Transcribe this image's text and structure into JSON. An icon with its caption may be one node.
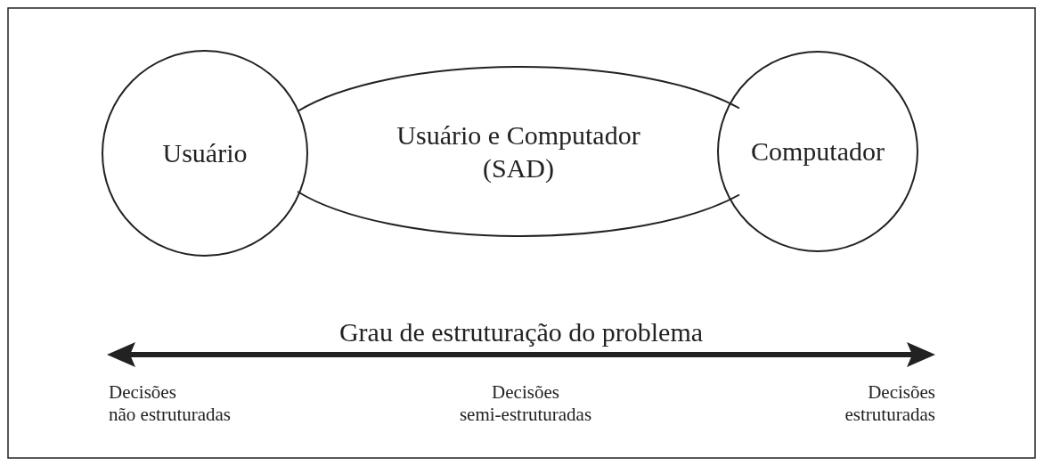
{
  "diagram": {
    "nodes": [
      {
        "text": [
          "Usuário"
        ]
      },
      {
        "text": [
          "Usuário e Computador (SAD)"
        ]
      },
      {
        "text": [
          "Computador"
        ]
      }
    ],
    "labels": [
      "Grau de estruturação do problema",
      "Decisões não estruturadas",
      "Decisões semi-estruturadas",
      "Decisões estruturadas"
    ]
  }
}
